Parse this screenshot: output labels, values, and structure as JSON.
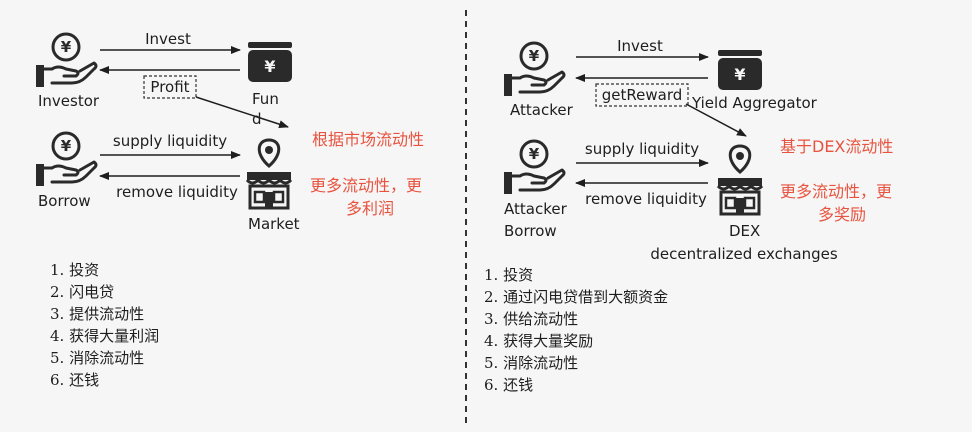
{
  "left": {
    "investor": "Investor",
    "fund_line1": "Fun",
    "fund_line2": "d",
    "borrow": "Borrow",
    "market": "Market",
    "invest": "Invest",
    "profit": "Profit",
    "supply": "supply liquidity",
    "remove": "remove liquidity",
    "note1": "根据市场流动性",
    "note2_line1": "更多流动性，更",
    "note2_line2": "多利润",
    "steps": [
      "1. 投资",
      "2. 闪电贷",
      "3. 提供流动性",
      "4. 获得大量利润",
      "5. 消除流动性",
      "6. 还钱"
    ]
  },
  "right": {
    "attacker": "Attacker",
    "yield": "Yield Aggregator",
    "attacker_borrow_line1": "Attacker",
    "attacker_borrow_line2": "Borrow",
    "dex": "DEX",
    "dex_full": "decentralized exchanges",
    "invest": "Invest",
    "get_reward": "getReward",
    "supply": "supply liquidity",
    "remove": "remove liquidity",
    "note1": "基于DEX流动性",
    "note2_line1": "更多流动性，更",
    "note2_line2": "多奖励",
    "steps": [
      "1. 投资",
      "2. 通过闪电贷借到大额资金",
      "3. 供给流动性",
      "4. 获得大量奖励",
      "5. 消除流动性",
      "6. 还钱"
    ]
  },
  "icons": {
    "coin_symbol": "¥",
    "bag_symbol": "¥"
  },
  "colors": {
    "accent_red": "#e8533f",
    "icon_dark": "#2a2a2a"
  }
}
